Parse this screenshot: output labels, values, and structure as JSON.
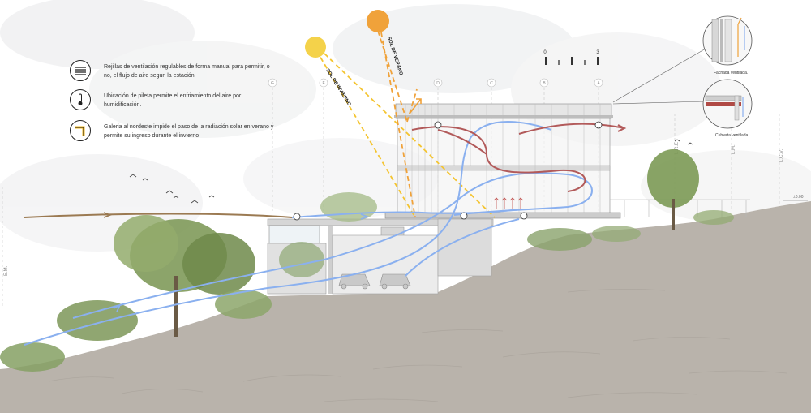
{
  "legend": {
    "items": [
      {
        "icon": "louver-vent-icon",
        "text": "Rejillas de ventilación regulables de forma manual para permitir, o no, el flujo de aire segun la estación."
      },
      {
        "icon": "thermometer-icon",
        "text": "Ubicación de pileta permite el enfriamiento del aire por humidificación."
      },
      {
        "icon": "gallery-corner-icon",
        "text": "Galeria al nordeste impide el paso de la radiación solar en verano y permite su ingreso durante el invierno"
      }
    ]
  },
  "sun": {
    "summer_label": "SOL DE VERANO",
    "winter_label": "SOL DE INVIERNO",
    "summer_color": "#f0a23a",
    "winter_color": "#f4d24a"
  },
  "scale_bar": {
    "start": "0",
    "end": "3"
  },
  "grid_axes": [
    "G",
    "F",
    "D",
    "C",
    "B",
    "A"
  ],
  "site_lines": {
    "em": "E.M.",
    "lre": "L.R.E",
    "lm": "L.M.",
    "lcv": "L.C.V."
  },
  "level_mark": "±0.00",
  "details": {
    "facade_label": "Fachada ventilada.",
    "roof_label": "Cubierta ventilada"
  },
  "colors": {
    "wind_flow": "#8ab0ef",
    "hot_air": "#b25a5a",
    "prevailing_wind": "#9b7a52",
    "terrain": "#b9b3ab"
  }
}
